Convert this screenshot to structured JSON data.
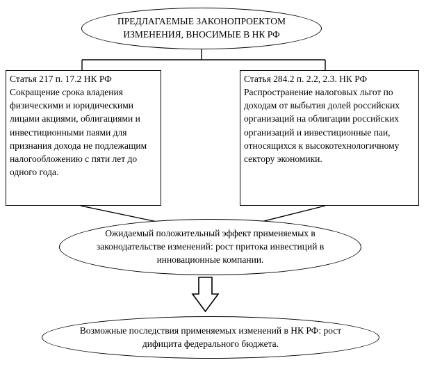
{
  "diagram": {
    "title_ellipse": "ПРЕДЛАГАЕМЫЕ ЗАКОНОПРОЕКТОМ ИЗМЕНЕНИЯ, ВНОСИМЫЕ В НК РФ",
    "left_box": "Статья 217 п. 17.2 НК РФ Сокращение срока владения физическими и юридическими лицами акциями, облигациями и инвестиционными паями для признания дохода не подлежащим налогообложению с пяти лет до одного года.",
    "right_box": "Статья 284.2 п. 2.2, 2.3. НК РФ Распространение налоговых льгот по доходам от выбытия долей российских организаций на облигации российских организаций и инвестиционные паи, относящихся к высокотехнологичному сектору экономики.",
    "effect_ellipse": "Ожидаемый положительный эффект применяемых в законодательстве изменений: рост притока инвестиций в инновационные компании.",
    "consequence_ellipse": "Возможные последствия применяемых изменений в НК РФ: рост дифицита федерального бюджета.",
    "line_color": "#000000"
  }
}
